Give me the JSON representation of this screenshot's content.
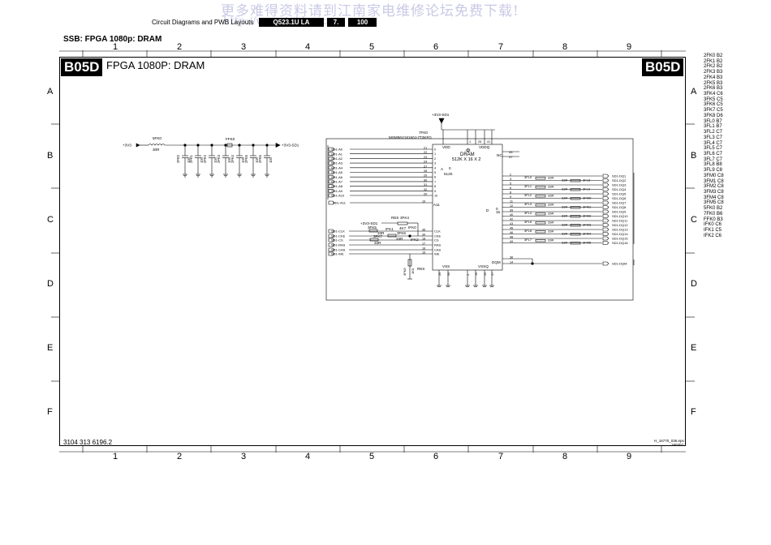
{
  "watermark": {
    "line1": "更多难得资料请到江南家电维修论坛免费下载!",
    "line2": "http://www.jnjdw.com"
  },
  "header": {
    "label": "Circuit Diagrams and PWB Layouts",
    "model": "Q523.1U LA",
    "chapter": "7.",
    "page": "100"
  },
  "section_title": "SSB: FPGA 1080p: DRAM",
  "page_title": "FPGA 1080P: DRAM",
  "badge_code": "B05D",
  "columns": [
    "1",
    "2",
    "3",
    "4",
    "5",
    "6",
    "7",
    "8",
    "9"
  ],
  "rows": [
    "A",
    "B",
    "C",
    "D",
    "E",
    "F"
  ],
  "legend": [
    "2FK0 B2",
    "2FK1 B2",
    "2FK2 B2",
    "2FK3 B3",
    "2FK4 B3",
    "2FK5 B3",
    "2FK6 B3",
    "3FK4 C6",
    "3FK5 C5",
    "3FK6 C5",
    "3FK7 C5",
    "3FK8 D6",
    "3FL0 B7",
    "3FL1 B7",
    "3FL2 C7",
    "3FL3 C7",
    "3FL4 C7",
    "3FL5 C7",
    "3FL6 C7",
    "3FL7 C7",
    "3FL8 B8",
    "3FL9 C8",
    "3FM0 C8",
    "3FM1 C8",
    "3FM2 C8",
    "3FM3 C8",
    "3FM4 C8",
    "3FM5 C8",
    "5FK0 B2",
    "7FK0 B6",
    "FFK0 B3",
    "IFK0 C6",
    "IFK1 C5",
    "IFK2 C6"
  ],
  "doc_number": "3104 313 6196.2",
  "file_label": "H_16770_036.eps",
  "file_date": "190307",
  "schematic": {
    "supply_in": "+3V3",
    "supply_out": "+3V3-SD1",
    "coil_ref": "5FK0",
    "coil_val": "30R",
    "fuse_ref": "FFK0",
    "cap_refs": [
      "2FK0",
      "2FK1",
      "2FK2",
      "2FK3",
      "2FK4",
      "2FK5",
      "2FK6"
    ],
    "cap_vals": [
      "10n",
      "10n",
      "10n",
      "10n",
      "10n",
      "10n",
      "10n"
    ],
    "chip_ref": "7FK0",
    "chip_part": "MSM56V16160J-7T3KFG",
    "chip_name": "DRAM",
    "chip_org": "512K X 16 X 2",
    "chip_phi": "Φ",
    "chip_vdd": "VDD",
    "chip_vddq": "VDDQ",
    "chip_vss": "VSS",
    "chip_vssq": "VSSQ",
    "chip_nc": "NC",
    "chip_dqm": "DQM",
    "chip_a0": "A",
    "chip_a0_num": "0",
    "chip_a0_sub": "512K",
    "chip_dq_num": "0",
    "chip_dq_lbl": "D",
    "chip_dq_sub": "15",
    "address_nets": [
      "SD1-A0",
      "SD1-A1",
      "SD1-A2",
      "SD1-A3",
      "SD1-A4",
      "SD1-A5",
      "SD1-A6",
      "SD1-A7",
      "SD1-A8",
      "SD1-A9",
      "SD1-A10"
    ],
    "address_pins": [
      "21",
      "22",
      "23",
      "24",
      "27",
      "28",
      "29",
      "30",
      "31",
      "32",
      "20"
    ],
    "address_bits": [
      "0",
      "1",
      "2",
      "3",
      "4",
      "5",
      "6",
      "7",
      "8",
      "9",
      "10"
    ],
    "a11_net": "SD1-A11",
    "a11_pin": "19",
    "a11_label": "A11",
    "nc_pins": [
      "33",
      "37"
    ],
    "control_nets": [
      "SD1-CLK",
      "SD1-CKE",
      "SD1-CS",
      "SD1-RAS",
      "SD1-CAS",
      "SD1-WE"
    ],
    "control_pins": [
      "35",
      "34",
      "18",
      "17",
      "16",
      "15"
    ],
    "control_labels": [
      "CLK",
      "CKE",
      "CS",
      "RAS",
      "CAS",
      "WE"
    ],
    "ctrl_supply": "+3V3-SD1",
    "res_label": "RES",
    "r_3fk4": "3FK4",
    "r_3fk4_val": "4K7",
    "r_3fk5": "3FK5",
    "r_3fk5_val": "33R",
    "r_3fk6": "3FK6",
    "r_3fk6_val": "33R",
    "r_3fk7": "3FK7",
    "r_3fk7_val": "33R",
    "r_3fk8": "3FK8",
    "r_3fk8_val": "1K0",
    "ifk0": "IFK0",
    "ifk1": "IFK1",
    "ifk2": "IFK2",
    "dq_nets": [
      "SD1-DQ1",
      "SD1-DQ2",
      "SD1-DQ3",
      "SD1-DQ4",
      "SD1-DQ5",
      "SD1-DQ6",
      "SD1-DQ7",
      "SD1-DQ8",
      "SD1-DQ9",
      "SD1-DQ10",
      "SD1-DQ11",
      "SD1-DQ12",
      "SD1-DQ13",
      "SD1-DQ14",
      "SD1-DQ15",
      "SD1-DQ16"
    ],
    "dq_pins": [
      "2",
      "3",
      "5",
      "6",
      "8",
      "9",
      "11",
      "12",
      "39",
      "40",
      "42",
      "43",
      "45",
      "46",
      "48",
      "49"
    ],
    "dq_resistors_left": [
      "3FL0",
      "3FL1",
      "3FL2",
      "3FL3",
      "3FL4",
      "3FL5",
      "3FL6",
      "3FL7"
    ],
    "dq_resistors_right": [
      "3FL8",
      "3FL9",
      "3FM0",
      "3FM1",
      "3FM2",
      "3FM3",
      "3FM4",
      "3FM5"
    ],
    "res_value": "33R",
    "dqm_net": "SD1-DQM",
    "dqm_pins": [
      "36",
      "14"
    ],
    "vdd_pins": [
      "1",
      "25",
      "41"
    ],
    "vss_pins": [
      "26",
      "50"
    ],
    "vssq_pins": [
      "4",
      "10",
      "44",
      "47"
    ]
  }
}
